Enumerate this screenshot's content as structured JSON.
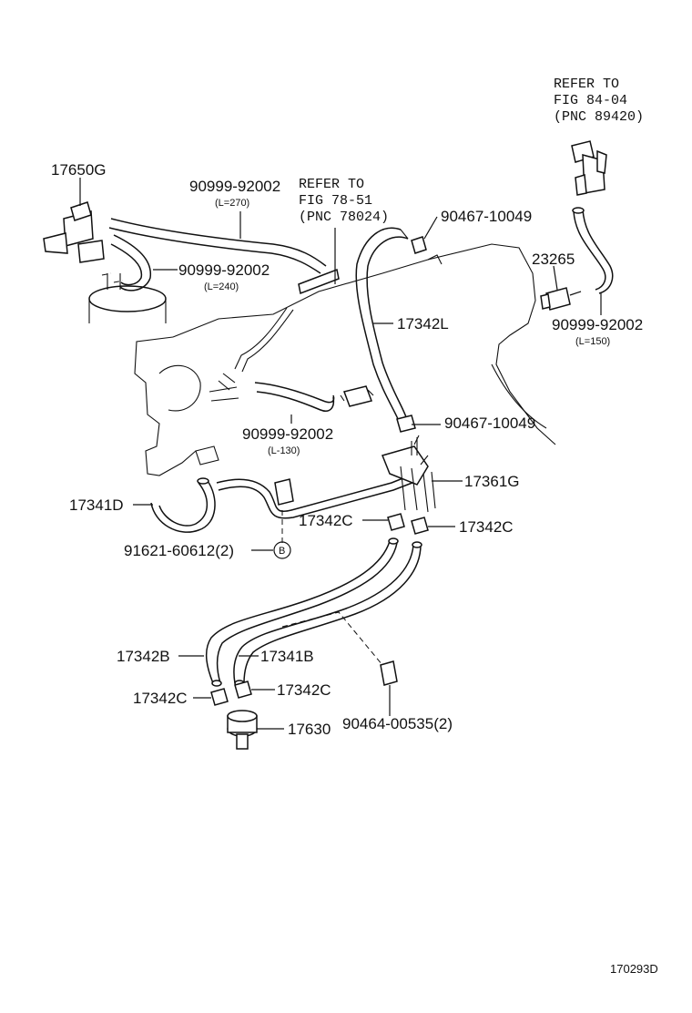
{
  "labels": {
    "p17650G": "17650G",
    "p9099_92002_a": "90999-92002",
    "p9099_92002_a_len": "(L=270)",
    "refer_78_line1": "REFER TO",
    "refer_78_line2": "FIG 78-51",
    "refer_78_line3": "(PNC 78024)",
    "refer_84_line1": "REFER TO",
    "refer_84_line2": "FIG 84-04",
    "refer_84_line3": "(PNC 89420)",
    "p90467_10049_a": "90467-10049",
    "p23265": "23265",
    "p9099_92002_b": "90999-92002",
    "p9099_92002_b_len": "(L=240)",
    "p17342L": "17342L",
    "p9099_92002_c": "90999-92002",
    "p9099_92002_c_len": "(L=150)",
    "p90467_10049_b": "90467-10049",
    "p9099_92002_d": "90999-92002",
    "p9099_92002_d_len": "(L-130)",
    "p17361G": "17361G",
    "p17341D": "17341D",
    "p17342C_a": "17342C",
    "p17342C_b": "17342C",
    "p91621": "91621-60612(2)",
    "circle_B": "B",
    "p17342B": "17342B",
    "p17341B": "17341B",
    "p17342C_c": "17342C",
    "p17342C_d": "17342C",
    "p17630": "17630",
    "p90464": "90464-00535(2)",
    "figure_code": "170293D"
  }
}
